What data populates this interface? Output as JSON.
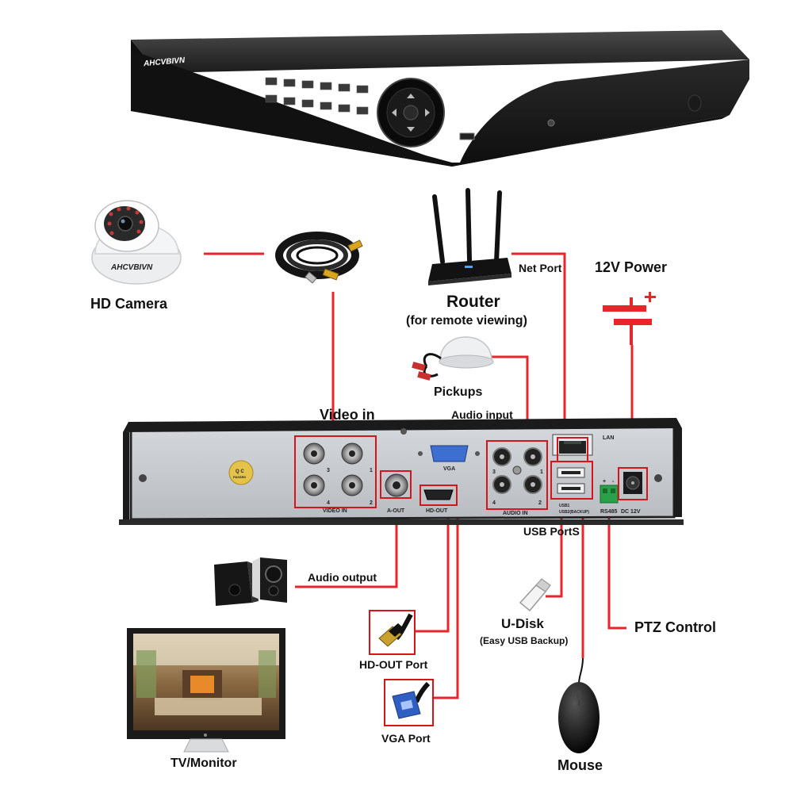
{
  "brand": "AHCVBIVN",
  "nodes": {
    "hd_camera": "HD Camera",
    "router": "Router",
    "router_sub": "(for remote viewing)",
    "net_port": "Net Port",
    "power": "12V Power",
    "pickups": "Pickups",
    "video_in": "Video in",
    "audio_input": "Audio input",
    "usb_ports": "USB PortS",
    "audio_output": "Audio output",
    "u_disk": "U-Disk",
    "u_disk_sub": "(Easy USB Backup)",
    "ptz_control": "PTZ Control",
    "hd_out_port": "HD-OUT Port",
    "vga_port": "VGA Port",
    "tv_monitor": "TV/Monitor",
    "mouse": "Mouse"
  },
  "panel": {
    "video_in": "VIDEO IN",
    "a_out": "A-OUT",
    "hd_out": "HD-OUT",
    "vga": "VGA",
    "audio_in": "AUDIO IN",
    "lan": "LAN",
    "usb1": "USB1",
    "usb2": "USB2(BACKUP)",
    "rs485": "RS485",
    "dc12v": "DC 12V",
    "qc": "Q C",
    "qc_sub": "PASSED",
    "ch": [
      "1",
      "2",
      "3",
      "4"
    ],
    "plus": "+",
    "minus": "-"
  },
  "colors": {
    "line": "#e8252b",
    "box": "#d4161c",
    "device_body": "#2a2a2a",
    "panel_face": "#c9ccd1"
  }
}
